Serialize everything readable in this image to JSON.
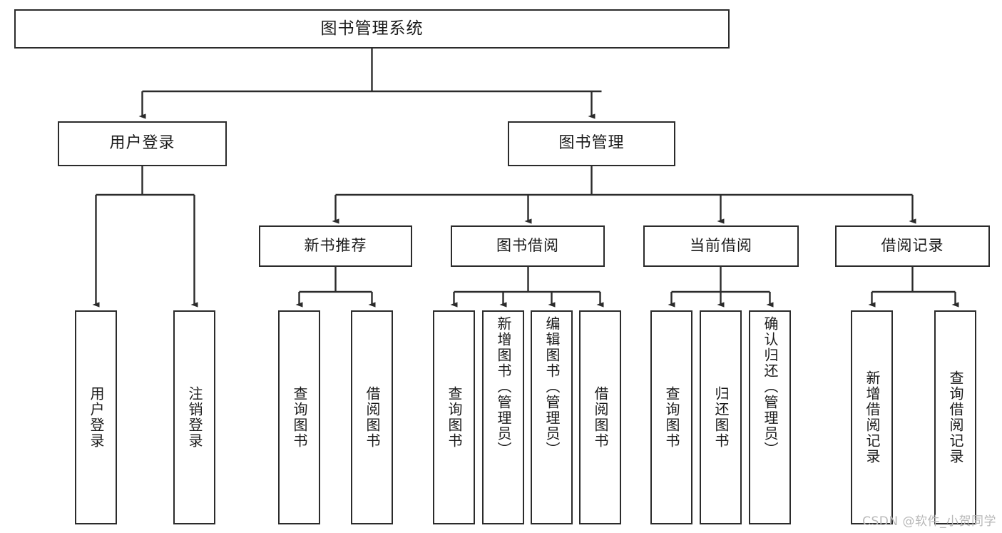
{
  "diagram": {
    "type": "tree",
    "title": "图书管理系统",
    "watermark": "CSDN @软件_小贺同学",
    "colors": {
      "stroke": "#2b2b2b",
      "fill": "#ffffff",
      "text": "#1a1a1a",
      "watermark": "#b8b8b8"
    },
    "levels": {
      "root": {
        "label": "图书管理系统"
      },
      "level1": [
        {
          "label": "用户登录"
        },
        {
          "label": "图书管理"
        }
      ],
      "level2": [
        {
          "label": "新书推荐"
        },
        {
          "label": "图书借阅"
        },
        {
          "label": "当前借阅"
        },
        {
          "label": "借阅记录"
        }
      ],
      "leaves": [
        {
          "label": "用户登录",
          "parent": "用户登录"
        },
        {
          "label": "注销登录",
          "parent": "用户登录"
        },
        {
          "label": "查询图书",
          "parent": "新书推荐"
        },
        {
          "label": "借阅图书",
          "parent": "新书推荐"
        },
        {
          "label": "查询图书",
          "parent": "图书借阅"
        },
        {
          "label": "新增图书（管理员）",
          "parent": "图书借阅"
        },
        {
          "label": "编辑图书（管理员）",
          "parent": "图书借阅"
        },
        {
          "label": "借阅图书",
          "parent": "图书借阅"
        },
        {
          "label": "查询图书",
          "parent": "当前借阅"
        },
        {
          "label": "归还图书",
          "parent": "当前借阅"
        },
        {
          "label": "确认归还（管理员）",
          "parent": "当前借阅"
        },
        {
          "label": "新增借阅记录",
          "parent": "借阅记录"
        },
        {
          "label": "查询借阅记录",
          "parent": "借阅记录"
        }
      ]
    }
  }
}
